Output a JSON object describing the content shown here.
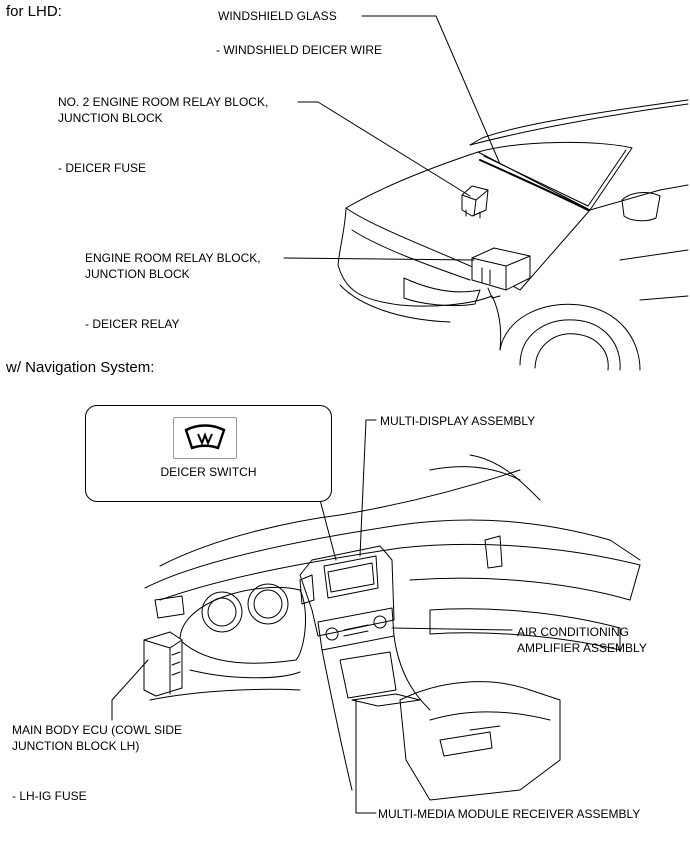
{
  "sections": {
    "lhd": "for LHD:",
    "nav": "w/ Navigation System:"
  },
  "labels": {
    "windshield_glass": "WINDSHIELD GLASS",
    "windshield_deicer_wire": "- WINDSHIELD DEICER WIRE",
    "no2_relay_block_line1": "NO. 2 ENGINE ROOM RELAY BLOCK,",
    "no2_relay_block_line2": "JUNCTION BLOCK",
    "deicer_fuse": "- DEICER FUSE",
    "engine_relay_block_line1": "ENGINE ROOM RELAY BLOCK,",
    "engine_relay_block_line2": "JUNCTION BLOCK",
    "deicer_relay": "- DEICER RELAY",
    "multi_display": "MULTI-DISPLAY ASSEMBLY",
    "deicer_switch": "DEICER SWITCH",
    "ac_amp_line1": "AIR CONDITIONING",
    "ac_amp_line2": "AMPLIFIER ASSEMBLY",
    "main_body_ecu_line1": "MAIN BODY ECU (COWL SIDE",
    "main_body_ecu_line2": "JUNCTION BLOCK LH)",
    "lh_ig_fuse": "- LH-IG FUSE",
    "multimedia_receiver": "MULTI-MEDIA MODULE RECEIVER ASSEMBLY"
  }
}
